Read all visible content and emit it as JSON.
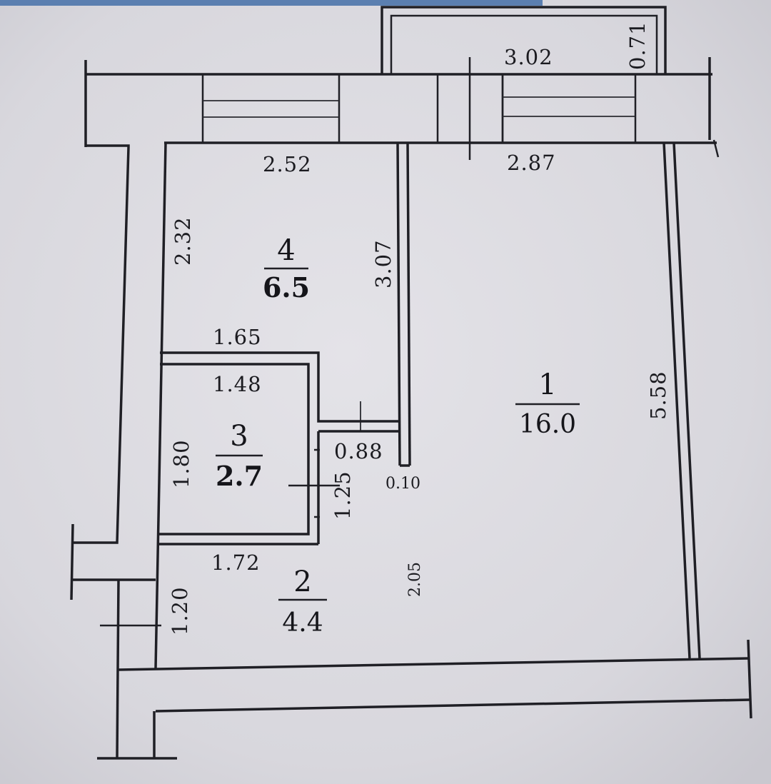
{
  "plan": {
    "rooms": [
      {
        "number": "1",
        "area": "16.0"
      },
      {
        "number": "2",
        "area": "4.4"
      },
      {
        "number": "3",
        "area": "2.7"
      },
      {
        "number": "4",
        "area": "6.5"
      }
    ],
    "dimensions": {
      "balcony_length": "3.02",
      "balcony_depth": "0.71",
      "room4_width": "2.52",
      "room1_width": "2.87",
      "room4_depth": "2.32",
      "partition_length": "3.07",
      "room4_lower_width": "1.65",
      "room3_width": "1.48",
      "room3_depth": "1.80",
      "door_width": "0.88",
      "wall_thickness": "0.10",
      "bath_door": "1.25",
      "hall_width": "1.72",
      "hall_depth": "1.20",
      "hall_span": "2.05",
      "room1_depth": "5.58"
    }
  }
}
